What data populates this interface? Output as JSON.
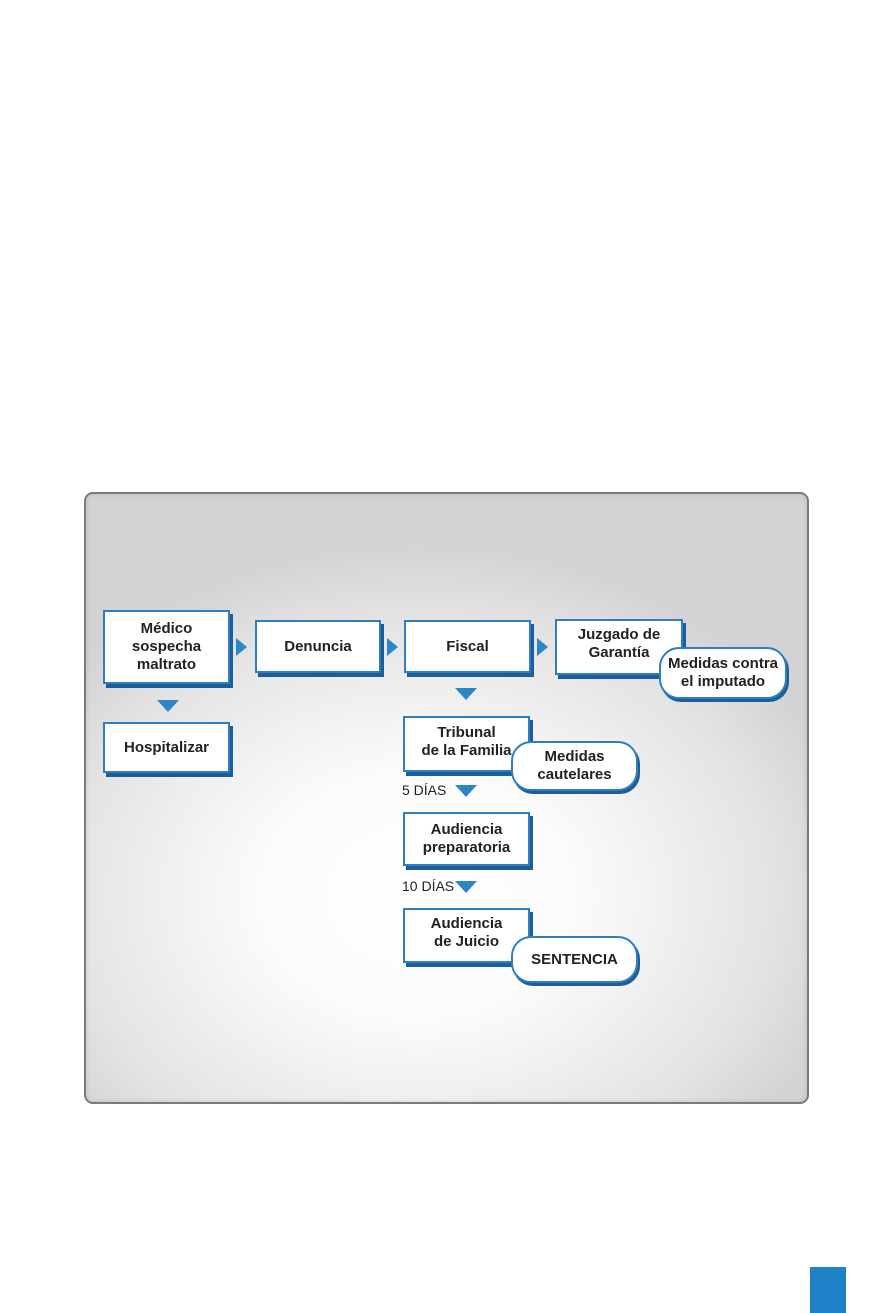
{
  "diagram": {
    "nodes": {
      "medico": "Médico\nsospecha\nmaltrato",
      "hospitalizar": "Hospitalizar",
      "denuncia": "Denuncia",
      "fiscal": "Fiscal",
      "juzgado": "Juzgado de\nGarantía",
      "medidas_imputado": "Medidas contra\nel imputado",
      "tribunal": "Tribunal\nde la Familia",
      "medidas_cautelares": "Medidas\ncautelares",
      "audiencia_prep": "Audiencia\npreparatoria",
      "audiencia_juicio": "Audiencia\nde Juicio",
      "sentencia": "SENTENCIA"
    },
    "labels": {
      "five_days": "5 DÍAS",
      "ten_days": "10 DÍAS"
    },
    "edges": [
      {
        "from": "medico",
        "to": "denuncia"
      },
      {
        "from": "medico",
        "to": "hospitalizar"
      },
      {
        "from": "denuncia",
        "to": "fiscal"
      },
      {
        "from": "fiscal",
        "to": "juzgado"
      },
      {
        "from": "fiscal",
        "to": "tribunal"
      },
      {
        "from": "tribunal",
        "to": "audiencia_prep",
        "label": "5 DÍAS"
      },
      {
        "from": "audiencia_prep",
        "to": "audiencia_juicio",
        "label": "10 DÍAS"
      }
    ]
  },
  "colors": {
    "accent": "#2f7fc0",
    "shadow": "#1c5f98",
    "page_tab": "#1f82c7"
  }
}
